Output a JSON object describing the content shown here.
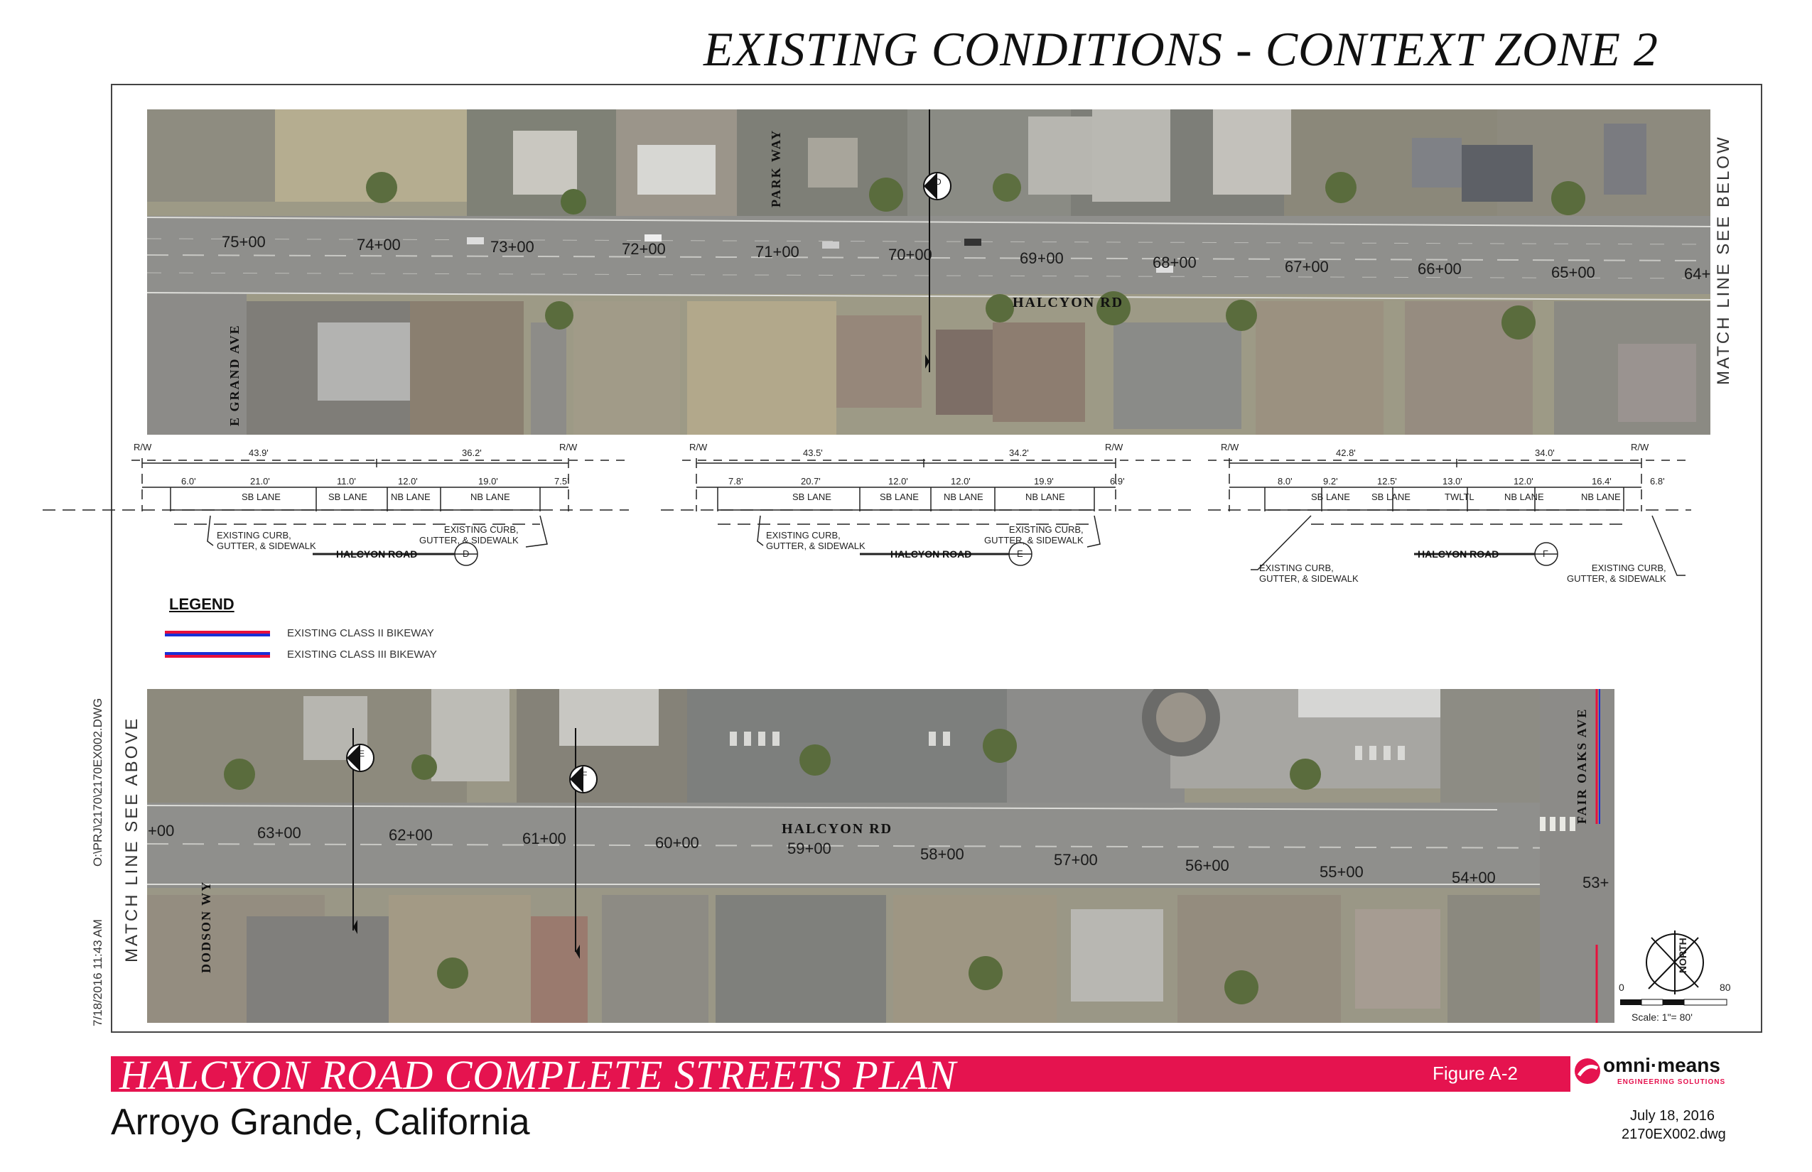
{
  "header": {
    "title": "EXISTING CONDITIONS - CONTEXT ZONE 2"
  },
  "top_map": {
    "stations": [
      "75+00",
      "74+00",
      "73+00",
      "72+00",
      "71+00",
      "70+00",
      "69+00",
      "68+00",
      "67+00",
      "66+00",
      "65+00",
      "64+"
    ],
    "road_label": "HALCYON RD",
    "streets": {
      "grand": "E GRAND AVE",
      "park": "PARK WAY"
    },
    "match_line": "MATCH LINE SEE BELOW",
    "marker_letter": "D"
  },
  "bottom_map": {
    "stations": [
      "+00",
      "63+00",
      "62+00",
      "61+00",
      "60+00",
      "59+00",
      "58+00",
      "57+00",
      "56+00",
      "55+00",
      "54+00",
      "53+"
    ],
    "road_label": "HALCYON RD",
    "streets": {
      "dodson": "DODSON WY",
      "fair_oaks": "FAIR OAKS AVE"
    },
    "match_line": "MATCH LINE SEE ABOVE",
    "marker_e": "E",
    "marker_f": "F"
  },
  "cross_sections": [
    {
      "rw": "R/W",
      "total_left": "43.9'",
      "total_right": "36.2'",
      "dims": [
        "6.0'",
        "21.0'",
        "11.0'",
        "12.0'",
        "19.0'",
        "7.5'"
      ],
      "lanes": [
        "SB LANE",
        "SB LANE",
        "NB LANE",
        "NB LANE"
      ],
      "curb_left": [
        "EXISTING CURB,",
        "GUTTER, & SIDEWALK"
      ],
      "curb_right": [
        "EXISTING CURB,",
        "GUTTER, & SIDEWALK"
      ],
      "title": "HALCYON ROAD",
      "letter": "D"
    },
    {
      "rw": "R/W",
      "total_left": "43.5'",
      "total_right": "34.2'",
      "dims": [
        "7.8'",
        "20.7'",
        "12.0'",
        "12.0'",
        "19.9'",
        "6.9'"
      ],
      "lanes": [
        "SB LANE",
        "SB LANE",
        "NB LANE",
        "NB LANE"
      ],
      "curb_left": [
        "EXISTING CURB,",
        "GUTTER, & SIDEWALK"
      ],
      "curb_right": [
        "EXISTING CURB,",
        "GUTTER, & SIDEWALK"
      ],
      "title": "HALCYON ROAD",
      "letter": "E"
    },
    {
      "rw": "R/W",
      "total_left": "42.8'",
      "total_right": "34.0'",
      "dims": [
        "8.0'",
        "9.2'",
        "12.5'",
        "13.0'",
        "12.0'",
        "16.4'",
        "6.8'"
      ],
      "lanes": [
        "SB LANE",
        "SB LANE",
        "TWLTL",
        "NB LANE",
        "NB LANE"
      ],
      "curb_left": [
        "EXISTING CURB,",
        "GUTTER, & SIDEWALK"
      ],
      "curb_right": [
        "EXISTING CURB,",
        "GUTTER, & SIDEWALK"
      ],
      "title": "HALCYON ROAD",
      "letter": "F"
    }
  ],
  "legend": {
    "title": "LEGEND",
    "items": [
      {
        "label": "EXISTING CLASS II BIKEWAY",
        "color_a": "#e8103c",
        "color_b": "#1a2fd6"
      },
      {
        "label": "EXISTING CLASS III BIKEWAY",
        "color_a": "#1a2fd6",
        "color_b": "#e8103c"
      }
    ]
  },
  "north_arrow": {
    "label": "NORTH",
    "scale_0": "0",
    "scale_80": "80",
    "scale_text": "Scale: 1\"= 80'"
  },
  "stamp": {
    "path": "O:\\PRJ\\2170\\2170EX002.DWG",
    "time": "7/18/2016 11:43 AM"
  },
  "footer": {
    "banner_title": "HALCYON ROAD COMPLETE STREETS PLAN",
    "figure": "Figure A-2",
    "logo_text": "omni·means",
    "logo_sub": "ENGINEERING SOLUTIONS",
    "subtitle": "Arroyo Grande, California",
    "date": "July 18, 2016",
    "file": "2170EX002.dwg"
  },
  "colors": {
    "brand": "#e5134f",
    "aerial_road": "#8f8f8c",
    "aerial_ground": "#a9a27f"
  }
}
